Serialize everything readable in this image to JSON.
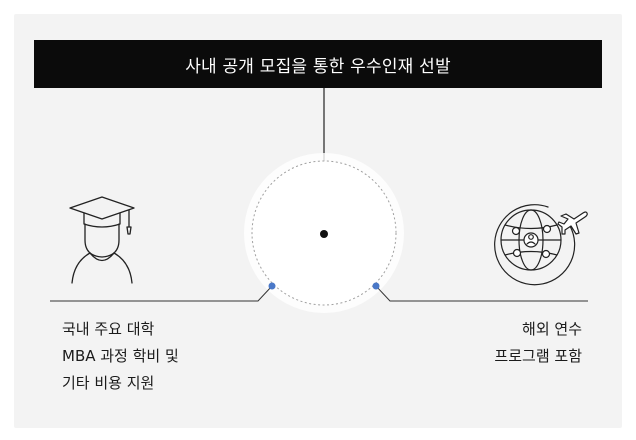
{
  "title": "사내 공개 모집을 통한 우수인재 선발",
  "left_benefit": {
    "icon": "graduate-icon",
    "lines": [
      "국내 주요 대학",
      "MBA 과정 학비 및",
      "기타 비용 지원"
    ]
  },
  "right_benefit": {
    "icon": "global-travel-icon",
    "lines": [
      "해외 연수",
      "프로그램 포함"
    ]
  },
  "colors": {
    "background": "#f3f3f3",
    "title_bar": "#0b0b0b",
    "title_text": "#ffffff",
    "connector_dot": "#4a78c8",
    "line": "#222222"
  }
}
